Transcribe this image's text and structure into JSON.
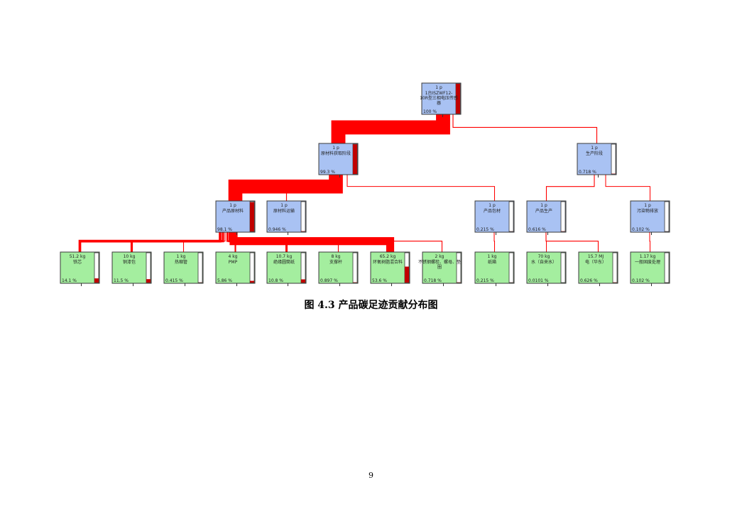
{
  "caption": "图 4.3  产品碳足迹贡献分布图",
  "page_number": "9",
  "colors": {
    "process_node": "#a9c2f3",
    "input_node": "#a4ee9f",
    "flow_link": "#ff0000",
    "contribution_bar": "#c00000"
  },
  "nodes": [
    {
      "id": "root",
      "amount": "1 p",
      "name": "1台ISZWF12-10R型三相电压传感器",
      "share": "100 %",
      "contribution": 1.0,
      "kind": "process"
    },
    {
      "id": "raw_stage",
      "amount": "1 p",
      "name": "原材料获取阶段",
      "share": "99.3 %",
      "contribution": 0.993,
      "kind": "process"
    },
    {
      "id": "prod_stage",
      "amount": "1 p",
      "name": "生产阶段",
      "share": "0.718 %",
      "contribution": 0.00718,
      "kind": "process"
    },
    {
      "id": "product_materials",
      "amount": "1 p",
      "name": "产品原材料",
      "share": "98.1 %",
      "contribution": 0.981,
      "kind": "process"
    },
    {
      "id": "raw_transport",
      "amount": "1 p",
      "name": "原材料运输",
      "share": "0.946 %",
      "contribution": 0.00946,
      "kind": "process"
    },
    {
      "id": "packaging",
      "amount": "1 p",
      "name": "产品包材",
      "share": "0.215 %",
      "contribution": 0.00215,
      "kind": "process"
    },
    {
      "id": "production",
      "amount": "1 p",
      "name": "产品生产",
      "share": "0.616 %",
      "contribution": 0.00616,
      "kind": "process"
    },
    {
      "id": "pollution",
      "amount": "1 p",
      "name": "污染物排放",
      "share": "0.102 %",
      "contribution": 0.00102,
      "kind": "process"
    },
    {
      "id": "iron_core",
      "amount": "51.2 kg",
      "name": "铁芯",
      "share": "14.1 %",
      "contribution": 0.141,
      "kind": "input"
    },
    {
      "id": "copper_enamel",
      "amount": "10 kg",
      "name": "铜漆包",
      "share": "11.5 %",
      "contribution": 0.115,
      "kind": "input"
    },
    {
      "id": "heat_shrink",
      "amount": "1 kg",
      "name": "热缩管",
      "share": "0.415 %",
      "contribution": 0.00415,
      "kind": "input"
    },
    {
      "id": "pmp",
      "amount": "4 kg",
      "name": "PMP",
      "share": "5.86 %",
      "contribution": 0.0586,
      "kind": "input"
    },
    {
      "id": "insulation_paper",
      "amount": "10.7 kg",
      "name": "绝缘圆筒纸",
      "share": "10.8 %",
      "contribution": 0.108,
      "kind": "input"
    },
    {
      "id": "support_rod",
      "amount": "8 kg",
      "name": "支撑杆",
      "share": "0.897 %",
      "contribution": 0.00897,
      "kind": "input"
    },
    {
      "id": "epoxy",
      "amount": "65.2 kg",
      "name": "环氧树脂混合料",
      "share": "53.6 %",
      "contribution": 0.536,
      "kind": "input"
    },
    {
      "id": "steel_parts",
      "amount": "2 kg",
      "name": "不锈钢螺栓、螺母、垫圈",
      "share": "0.718 %",
      "contribution": 0.00718,
      "kind": "input"
    },
    {
      "id": "carton",
      "amount": "1 kg",
      "name": "纸箱",
      "share": "0.215 %",
      "contribution": 0.00215,
      "kind": "input"
    },
    {
      "id": "water",
      "amount": "70 kg",
      "name": "水（自来水）",
      "share": "0.0101 %",
      "contribution": 0.000101,
      "kind": "input"
    },
    {
      "id": "electricity",
      "amount": "15.7 MJ",
      "name": "电（华东）",
      "share": "0.626 %",
      "contribution": 0.00626,
      "kind": "input"
    },
    {
      "id": "solid_waste",
      "amount": "1.17 kg",
      "name": "一般固废处理",
      "share": "0.102 %",
      "contribution": 0.00102,
      "kind": "input"
    }
  ],
  "links": [
    {
      "from": "raw_stage",
      "to": "root",
      "contribution": 0.993
    },
    {
      "from": "prod_stage",
      "to": "root",
      "contribution": 0.00718
    },
    {
      "from": "product_materials",
      "to": "raw_stage",
      "contribution": 0.981
    },
    {
      "from": "raw_transport",
      "to": "raw_stage",
      "contribution": 0.00946
    },
    {
      "from": "packaging",
      "to": "raw_stage",
      "contribution": 0.00215
    },
    {
      "from": "production",
      "to": "prod_stage",
      "contribution": 0.00616
    },
    {
      "from": "pollution",
      "to": "prod_stage",
      "contribution": 0.00102
    },
    {
      "from": "iron_core",
      "to": "product_materials",
      "contribution": 0.141
    },
    {
      "from": "copper_enamel",
      "to": "product_materials",
      "contribution": 0.115
    },
    {
      "from": "heat_shrink",
      "to": "product_materials",
      "contribution": 0.00415
    },
    {
      "from": "pmp",
      "to": "product_materials",
      "contribution": 0.0586
    },
    {
      "from": "insulation_paper",
      "to": "product_materials",
      "contribution": 0.108
    },
    {
      "from": "support_rod",
      "to": "product_materials",
      "contribution": 0.00897
    },
    {
      "from": "epoxy",
      "to": "product_materials",
      "contribution": 0.536
    },
    {
      "from": "steel_parts",
      "to": "product_materials",
      "contribution": 0.00718
    },
    {
      "from": "carton",
      "to": "packaging",
      "contribution": 0.00215
    },
    {
      "from": "water",
      "to": "production",
      "contribution": 0.000101
    },
    {
      "from": "electricity",
      "to": "production",
      "contribution": 0.00626
    },
    {
      "from": "solid_waste",
      "to": "pollution",
      "contribution": 0.00102
    }
  ]
}
